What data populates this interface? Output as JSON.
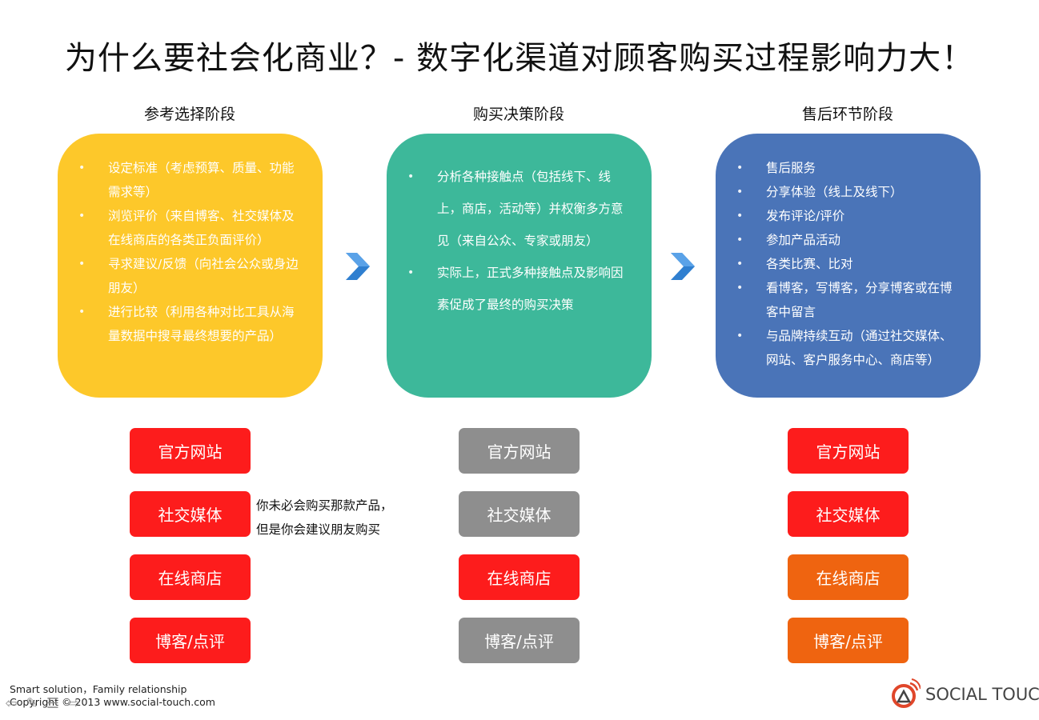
{
  "title": "为什么要社会化商业？- 数字化渠道对顾客购买过程影响力大！",
  "stages": [
    {
      "label": "参考选择阶段",
      "items": [
        "设定标准（考虑预算、质量、功能需求等）",
        "浏览评价（来自博客、社交媒体及在线商店的各类正负面评价）",
        "寻求建议/反馈（向社会公众或身边朋友）",
        "进行比较（利用各种对比工具从海量数据中搜寻最终想要的产品）"
      ],
      "color": "#fdc82a",
      "tags": [
        "官方网站",
        "社交媒体",
        "在线商店",
        "博客/点评"
      ]
    },
    {
      "label": "购买决策阶段",
      "items": [
        "分析各种接触点（包括线下、线上，商店，活动等）并权衡多方意见（来自公众、专家或朋友）",
        "实际上，正式多种接触点及影响因素促成了最终的购买决策"
      ],
      "color": "#3db89a",
      "tags": [
        "官方网站",
        "社交媒体",
        "在线商店",
        "博客/点评"
      ]
    },
    {
      "label": "售后环节阶段",
      "items": [
        "售后服务",
        "分享体验（线上及线下）",
        "发布评论/评价",
        "参加产品活动",
        "各类比赛、比对",
        "看博客，写博客，分享博客或在博客中留言",
        "与品牌持续互动（通过社交媒体、网站、客户服务中心、商店等）"
      ],
      "color": "#4a74b8",
      "tags": [
        "官方网站",
        "社交媒体",
        "在线商店",
        "博客/点评"
      ]
    }
  ],
  "note": {
    "line1": "你未必会购买那款产品，",
    "line2": "但是你会建议朋友购买"
  },
  "footer": {
    "line1": "Smart solution，Family relationship",
    "line2": "Copyright © 2013 www.social-touch.com"
  },
  "logo": "SOCIAL TOUCH",
  "colors": {
    "red": "#fd1c1c",
    "gray": "#8e8e8e",
    "orange": "#ef6410",
    "arrow": "#2f7fd0"
  }
}
